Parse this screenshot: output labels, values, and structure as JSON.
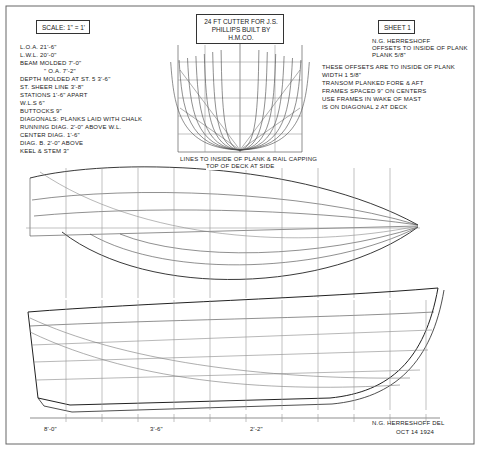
{
  "diagram": {
    "title": "24 FT CUTTER FOR J.S. PHILLIPS BUILT BY H.M.CO.",
    "nodes": [
      {
        "text": [
          "SCALE: 1\" = 1'"
        ]
      },
      {
        "text": [
          "24 FT CUTTER FOR J.S. PHILLIPS BUILT BY H.M.CO."
        ]
      },
      {
        "text": [
          "SHEET 1"
        ]
      }
    ],
    "labels": [
      "L.O.A. 21'-6\"",
      "L.W.L. 20'-0\"",
      "BEAM MOLDED 7'-0\"",
      "\" O.A. 7'-2\"",
      "DEPTH MOLDED AT ST. 5 3'-6\"",
      "ST. SHEER LINE 3'-8\"",
      "STATIONS 1'-6\" APART",
      "W.L.S 6\"",
      "BUTTOCKS 9\"",
      "DIAGONALS: PLANKS LAID WITH CHALK",
      "RUNNING DIAG. 2'-0\" ABOVE W.L.",
      "CENTER DIAG. 1'-6\"",
      "DIAG. B. 2'-0\" ABOVE",
      "KEEL & STEM 3\"",
      "N.G. HERRESHOFF",
      "OFFSETS TO INSIDE OF PLANK",
      "PLANK 5/8\"",
      "THESE OFFSETS ARE TO INSIDE OF PLANK",
      "WIDTH 1 5/8\"",
      "TRANSOM PLANKED FORE & AFT",
      "FRAMES SPACED 9\" ON CENTERS",
      "USE FRAMES IN WAKE OF MAST",
      "IS ON DIAGONAL 2 AT DECK",
      "LINES TO INSIDE OF PLANK & RAIL CAPPING",
      "TOP OF DECK AT SIDE",
      "8'-0\"",
      "3'-6\"",
      "2'-2\"",
      "N.G. HERRESHOFF DEL",
      "OCT 14 1924"
    ]
  }
}
